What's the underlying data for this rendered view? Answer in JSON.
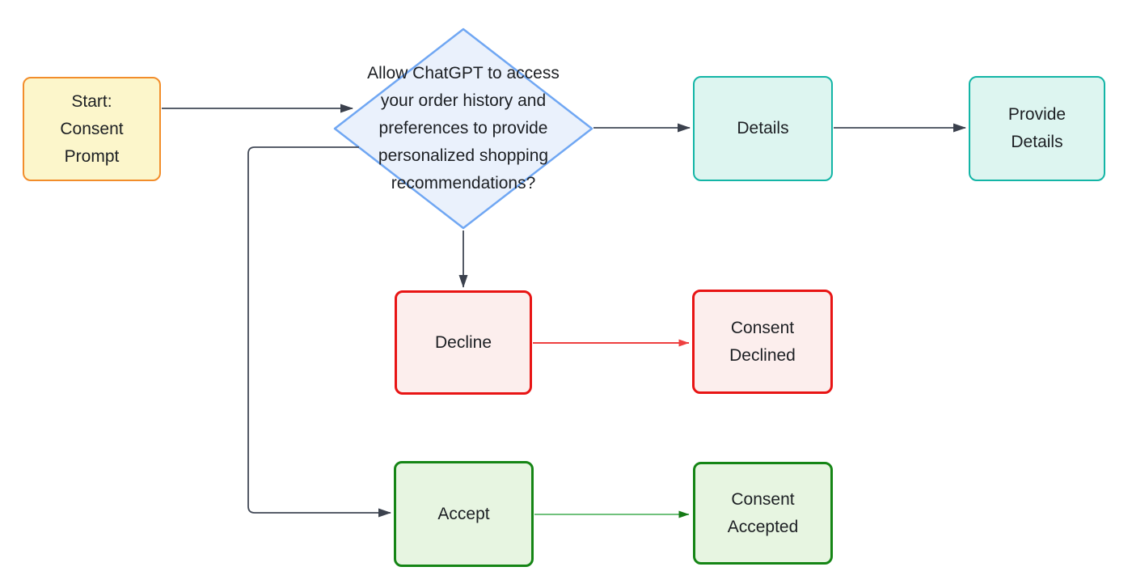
{
  "diagram": {
    "background": "#ffffff",
    "text_color": "#1c1f23",
    "nodes": {
      "start": {
        "label": "Start:\nConsent\nPrompt",
        "fill": "#fcf6cb",
        "border": "#f28d2b",
        "shape": "rounded-rect"
      },
      "decision": {
        "label": "Allow ChatGPT to access\nyour order history and\npreferences to provide\npersonalized shopping\nrecommendations?",
        "fill": "#eaf1fc",
        "border": "#70a7f3",
        "shape": "diamond"
      },
      "details": {
        "label": "Details",
        "fill": "#ddf5f0",
        "border": "#13b5a6",
        "shape": "rounded-rect"
      },
      "provide_details": {
        "label": "Provide\nDetails",
        "fill": "#ddf5f0",
        "border": "#13b5a6",
        "shape": "rounded-rect"
      },
      "decline": {
        "label": "Decline",
        "fill": "#fceeed",
        "border": "#e81414",
        "shape": "rounded-rect"
      },
      "consent_declined": {
        "label": "Consent\nDeclined",
        "fill": "#fceeed",
        "border": "#e81414",
        "shape": "rounded-rect"
      },
      "accept": {
        "label": "Accept",
        "fill": "#e7f5e1",
        "border": "#158515",
        "shape": "rounded-rect"
      },
      "consent_accepted": {
        "label": "Consent\nAccepted",
        "fill": "#e7f5e1",
        "border": "#158515",
        "shape": "rounded-rect"
      }
    },
    "edges": [
      {
        "from": "start",
        "to": "decision",
        "color": "#414856"
      },
      {
        "from": "decision",
        "to": "details",
        "color": "#414856"
      },
      {
        "from": "details",
        "to": "provide_details",
        "color": "#414856"
      },
      {
        "from": "decision",
        "to": "decline",
        "color": "#414856"
      },
      {
        "from": "decline",
        "to": "consent_declined",
        "color": "#ee4040"
      },
      {
        "from": "decision",
        "to": "accept",
        "color": "#414856"
      },
      {
        "from": "accept",
        "to": "consent_accepted",
        "color": "#5cb86a"
      }
    ],
    "arrowheads": {
      "dark": "#3b414d",
      "red": "#ee4040",
      "green": "#157a15"
    }
  }
}
